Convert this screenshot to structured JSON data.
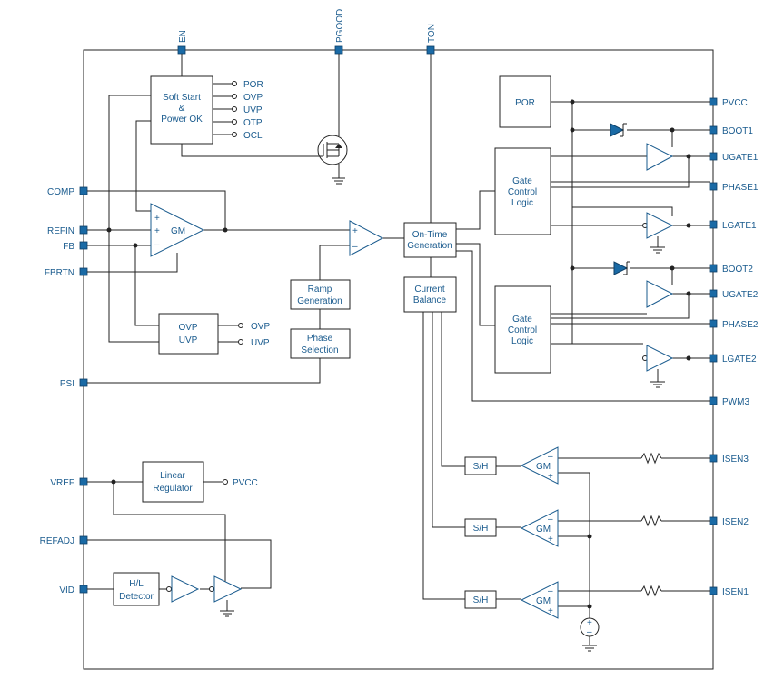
{
  "top_pins": {
    "en": "EN",
    "pgood": "PGOOD",
    "ton": "TON"
  },
  "left_pins": {
    "comp": "COMP",
    "refin": "REFIN",
    "fb": "FB",
    "fbrtn": "FBRTN",
    "psi": "PSI",
    "vref": "VREF",
    "refadj": "REFADJ",
    "vid": "VID"
  },
  "right_pins": {
    "pvcc": "PVCC",
    "boot1": "BOOT1",
    "ugate1": "UGATE1",
    "phase1": "PHASE1",
    "lgate1": "LGATE1",
    "boot2": "BOOT2",
    "ugate2": "UGATE2",
    "phase2": "PHASE2",
    "lgate2": "LGATE2",
    "pwm3": "PWM3",
    "isen3": "ISEN3",
    "isen2": "ISEN2",
    "isen1": "ISEN1"
  },
  "blocks": {
    "soft_start": [
      "Soft Start",
      "&",
      "Power OK"
    ],
    "soft_outputs": [
      "POR",
      "OVP",
      "UVP",
      "OTP",
      "OCL"
    ],
    "gm": "GM",
    "ovp_uvp": [
      "OVP",
      "UVP"
    ],
    "ovp_uvp_outputs": [
      "OVP",
      "UVP"
    ],
    "ramp": [
      "Ramp",
      "Generation"
    ],
    "phase_sel": [
      "Phase",
      "Selection"
    ],
    "on_time": [
      "On-Time",
      "Generation"
    ],
    "current_balance": [
      "Current",
      "Balance"
    ],
    "por": "POR",
    "gate_logic": [
      "Gate",
      "Control",
      "Logic"
    ],
    "linear_reg": [
      "Linear",
      "Regulator"
    ],
    "linear_reg_out": "PVCC",
    "hl_detector": [
      "H/L",
      "Detector"
    ],
    "sh": "S/H"
  },
  "symbols": {
    "plus": "+",
    "minus": "–"
  },
  "colors": {
    "accent": "#1a6aa5",
    "text": "#1a5b8e",
    "wire": "#222222"
  }
}
